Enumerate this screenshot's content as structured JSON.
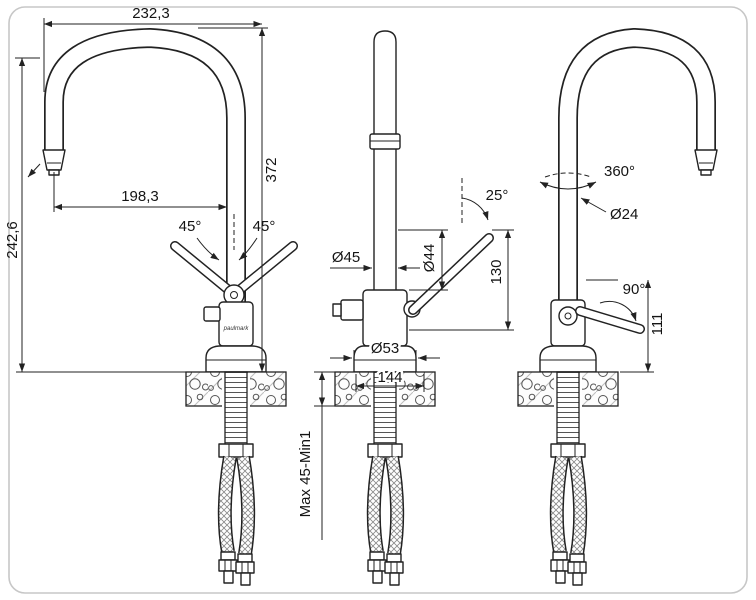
{
  "brand": "paulmark",
  "views": {
    "side_left": {
      "width_overall": "232,3",
      "spout_reach": "198,3",
      "spout_height": "242,6",
      "overall_height": "372",
      "handle_angle_left": "45°",
      "handle_angle_right": "45°"
    },
    "front": {
      "lever_angle": "25°",
      "body_diameter": "Ø45",
      "housing_diameter": "Ø44",
      "lever_length": "130",
      "base_diameter": "Ø53",
      "base_width": "144",
      "counter_thickness": "Max 45-Min1"
    },
    "side_right": {
      "swivel_angle": "360°",
      "spout_diameter": "Ø24",
      "lever_swing": "90°",
      "body_height": "111"
    }
  }
}
